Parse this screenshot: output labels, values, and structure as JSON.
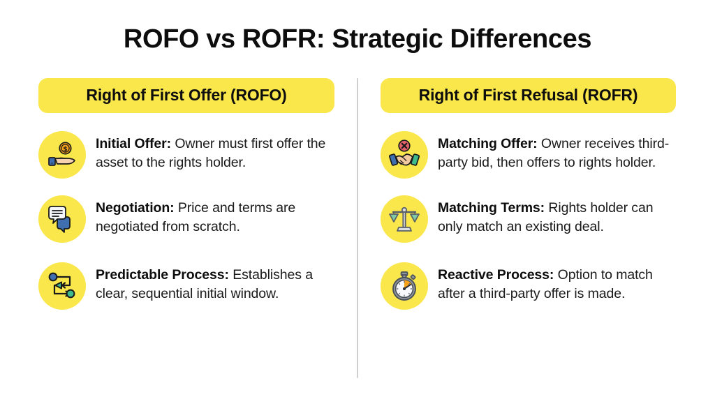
{
  "title": "ROFO vs ROFR: Strategic Differences",
  "colors": {
    "accent_yellow": "#fae74b",
    "text_dark": "#0d0d0d",
    "divider_gray": "#cfcfcf",
    "background": "#ffffff"
  },
  "columns": [
    {
      "heading": "Right of First Offer (ROFO)",
      "items": [
        {
          "icon": "hand-holding-coin-icon",
          "label": "Initial Offer:",
          "body": " Owner must first offer the asset to the rights holder."
        },
        {
          "icon": "speech-bubbles-icon",
          "label": "Negotiation:",
          "body": " Price and terms are negotiated from scratch."
        },
        {
          "icon": "process-flow-icon",
          "label": "Predictable Process:",
          "body": " Establishes a clear, sequential initial window."
        }
      ]
    },
    {
      "heading": "Right of First Refusal (ROFR)",
      "items": [
        {
          "icon": "handshake-rejected-icon",
          "label": "Matching Offer:",
          "body": " Owner receives third-party bid, then offers to rights holder."
        },
        {
          "icon": "balance-scales-icon",
          "label": "Matching Terms:",
          "body": " Rights holder can only match an existing deal."
        },
        {
          "icon": "stopwatch-icon",
          "label": "Reactive Process:",
          "body": " Option to match after a third-party offer is made."
        }
      ]
    }
  ]
}
